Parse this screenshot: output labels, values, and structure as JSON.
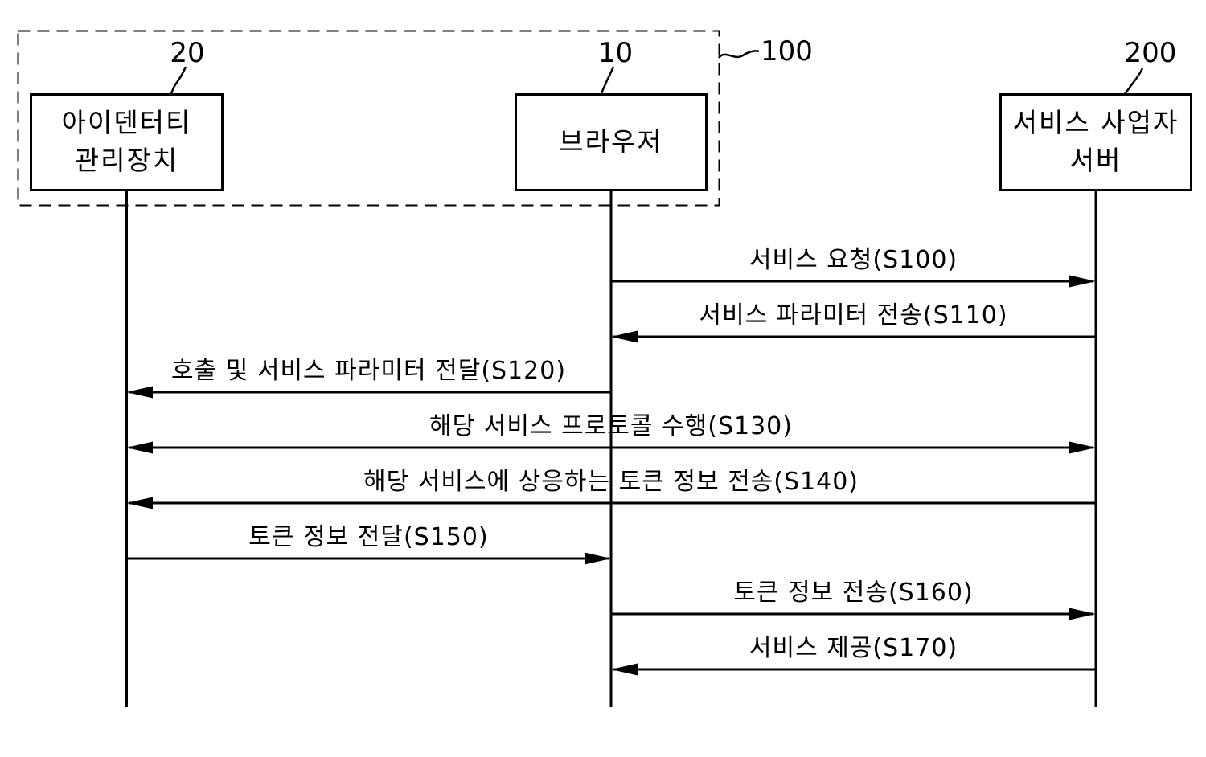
{
  "figure": {
    "background_color": "#ffffff",
    "line_color": "#000000"
  },
  "group": {
    "ref_number": "100",
    "members": [
      "아이덴터티 관리장치",
      "브라우저"
    ]
  },
  "actors": [
    {
      "ref_number": "20",
      "name": "아이덴터티 관리장치",
      "label": "아이덴터티\n관리장치"
    },
    {
      "ref_number": "10",
      "name": "브라우저",
      "label": "브라우저"
    },
    {
      "ref_number": "200",
      "name": "서비스 사업자 서버",
      "label": "서비스 사업자\n서버"
    }
  ],
  "messages": [
    {
      "step": "S100",
      "label": "서비스 요청(S100)",
      "from": "브라우저",
      "to": "서비스 사업자 서버",
      "direction": "right"
    },
    {
      "step": "S110",
      "label": "서비스 파라미터 전송(S110)",
      "from": "서비스 사업자 서버",
      "to": "브라우저",
      "direction": "left"
    },
    {
      "step": "S120",
      "label": "호출 및 서비스 파라미터 전달(S120)",
      "from": "브라우저",
      "to": "아이덴터티 관리장치",
      "direction": "left"
    },
    {
      "step": "S130",
      "label": "해당 서비스 프로토콜 수행(S130)",
      "from": "아이덴터티 관리장치",
      "to": "서비스 사업자 서버",
      "direction": "both"
    },
    {
      "step": "S140",
      "label": "해당 서비스에 상응하는 토큰 정보 전송(S140)",
      "from": "서비스 사업자 서버",
      "to": "아이덴터티 관리장치",
      "direction": "left"
    },
    {
      "step": "S150",
      "label": "토큰 정보 전달(S150)",
      "from": "아이덴터티 관리장치",
      "to": "브라우저",
      "direction": "right"
    },
    {
      "step": "S160",
      "label": "토큰 정보 전송(S160)",
      "from": "브라우저",
      "to": "서비스 사업자 서버",
      "direction": "right"
    },
    {
      "step": "S170",
      "label": "서비스 제공(S170)",
      "from": "서비스 사업자 서버",
      "to": "브라우저",
      "direction": "left"
    }
  ]
}
